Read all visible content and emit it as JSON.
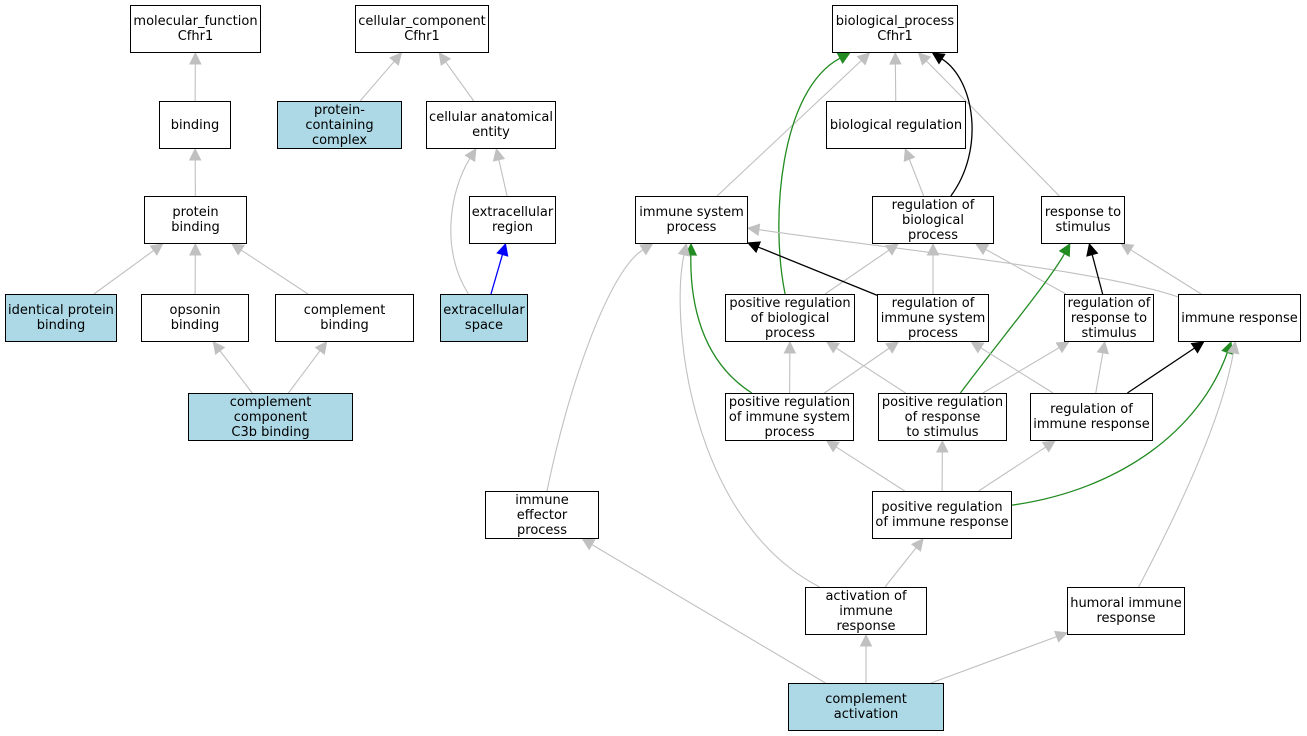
{
  "graph": {
    "colors": {
      "default_edge": "#c0c0c0",
      "green_edge": "#228b22",
      "black_edge": "#000000",
      "blue_edge": "#0000ff",
      "highlight_fill": "#add8e6"
    },
    "nodes": [
      {
        "id": "mf",
        "label": "molecular_function\nCfhr1",
        "highlight": false
      },
      {
        "id": "cc",
        "label": "cellular_component\nCfhr1",
        "highlight": false
      },
      {
        "id": "bp",
        "label": "biological_process\nCfhr1",
        "highlight": false
      },
      {
        "id": "binding",
        "label": "binding",
        "highlight": false
      },
      {
        "id": "pcc",
        "label": "protein-containing\ncomplex",
        "highlight": true
      },
      {
        "id": "cae",
        "label": "cellular anatomical\nentity",
        "highlight": false
      },
      {
        "id": "breg",
        "label": "biological regulation",
        "highlight": false
      },
      {
        "id": "pb",
        "label": "protein binding",
        "highlight": false
      },
      {
        "id": "ecr",
        "label": "extracellular\nregion",
        "highlight": false
      },
      {
        "id": "isp",
        "label": "immune system\nprocess",
        "highlight": false
      },
      {
        "id": "rbp",
        "label": "regulation of\nbiological process",
        "highlight": false
      },
      {
        "id": "rts",
        "label": "response to\nstimulus",
        "highlight": false
      },
      {
        "id": "ipb",
        "label": "identical protein\nbinding",
        "highlight": true
      },
      {
        "id": "ob",
        "label": "opsonin binding",
        "highlight": false
      },
      {
        "id": "cb",
        "label": "complement binding",
        "highlight": false
      },
      {
        "id": "ecs",
        "label": "extracellular\nspace",
        "highlight": true
      },
      {
        "id": "prbp",
        "label": "positive regulation\nof biological\nprocess",
        "highlight": false
      },
      {
        "id": "risp",
        "label": "regulation of\nimmune system\nprocess",
        "highlight": false
      },
      {
        "id": "rrs",
        "label": "regulation of\nresponse to\nstimulus",
        "highlight": false
      },
      {
        "id": "ir",
        "label": "immune response",
        "highlight": false
      },
      {
        "id": "c3b",
        "label": "complement component\nC3b binding",
        "highlight": true
      },
      {
        "id": "prisp",
        "label": "positive regulation\nof immune system\nprocess",
        "highlight": false
      },
      {
        "id": "prrs",
        "label": "positive regulation\nof response\nto stimulus",
        "highlight": false
      },
      {
        "id": "rir",
        "label": "regulation of\nimmune response",
        "highlight": false
      },
      {
        "id": "iep",
        "label": "immune effector\nprocess",
        "highlight": false
      },
      {
        "id": "prir",
        "label": "positive regulation\nof immune response",
        "highlight": false
      },
      {
        "id": "air",
        "label": "activation of\nimmune response",
        "highlight": false
      },
      {
        "id": "hir",
        "label": "humoral immune\nresponse",
        "highlight": false
      },
      {
        "id": "ca",
        "label": "complement activation",
        "highlight": true
      }
    ],
    "edges": [
      {
        "from": "binding",
        "to": "mf",
        "color": "default"
      },
      {
        "from": "pb",
        "to": "binding",
        "color": "default"
      },
      {
        "from": "ipb",
        "to": "pb",
        "color": "default"
      },
      {
        "from": "ob",
        "to": "pb",
        "color": "default"
      },
      {
        "from": "cb",
        "to": "pb",
        "color": "default"
      },
      {
        "from": "c3b",
        "to": "ob",
        "color": "default"
      },
      {
        "from": "c3b",
        "to": "cb",
        "color": "default"
      },
      {
        "from": "pcc",
        "to": "cc",
        "color": "default"
      },
      {
        "from": "cae",
        "to": "cc",
        "color": "default"
      },
      {
        "from": "ecr",
        "to": "cae",
        "color": "default"
      },
      {
        "from": "ecs",
        "to": "cae",
        "color": "default"
      },
      {
        "from": "ecs",
        "to": "ecr",
        "color": "blue"
      },
      {
        "from": "breg",
        "to": "bp",
        "color": "default"
      },
      {
        "from": "isp",
        "to": "bp",
        "color": "default"
      },
      {
        "from": "rts",
        "to": "bp",
        "color": "default"
      },
      {
        "from": "rbp",
        "to": "bp",
        "color": "black"
      },
      {
        "from": "prbp",
        "to": "bp",
        "color": "green"
      },
      {
        "from": "rbp",
        "to": "breg",
        "color": "default"
      },
      {
        "from": "prbp",
        "to": "rbp",
        "color": "default"
      },
      {
        "from": "risp",
        "to": "rbp",
        "color": "default"
      },
      {
        "from": "rrs",
        "to": "rbp",
        "color": "default"
      },
      {
        "from": "risp",
        "to": "isp",
        "color": "black"
      },
      {
        "from": "ir",
        "to": "isp",
        "color": "default"
      },
      {
        "from": "ir",
        "to": "rts",
        "color": "default"
      },
      {
        "from": "rrs",
        "to": "rts",
        "color": "black"
      },
      {
        "from": "prrs",
        "to": "rts",
        "color": "green"
      },
      {
        "from": "prisp",
        "to": "prbp",
        "color": "default"
      },
      {
        "from": "prisp",
        "to": "risp",
        "color": "default"
      },
      {
        "from": "prisp",
        "to": "isp",
        "color": "green"
      },
      {
        "from": "prrs",
        "to": "prbp",
        "color": "default"
      },
      {
        "from": "prrs",
        "to": "rrs",
        "color": "default"
      },
      {
        "from": "rir",
        "to": "risp",
        "color": "default"
      },
      {
        "from": "rir",
        "to": "rrs",
        "color": "default"
      },
      {
        "from": "rir",
        "to": "ir",
        "color": "black"
      },
      {
        "from": "prir",
        "to": "prisp",
        "color": "default"
      },
      {
        "from": "prir",
        "to": "prrs",
        "color": "default"
      },
      {
        "from": "prir",
        "to": "rir",
        "color": "default"
      },
      {
        "from": "prir",
        "to": "ir",
        "color": "green"
      },
      {
        "from": "iep",
        "to": "isp",
        "color": "default"
      },
      {
        "from": "air",
        "to": "prir",
        "color": "default"
      },
      {
        "from": "air",
        "to": "isp",
        "color": "default"
      },
      {
        "from": "hir",
        "to": "ir",
        "color": "default"
      },
      {
        "from": "ca",
        "to": "iep",
        "color": "default"
      },
      {
        "from": "ca",
        "to": "air",
        "color": "default"
      },
      {
        "from": "ca",
        "to": "hir",
        "color": "default"
      }
    ]
  }
}
